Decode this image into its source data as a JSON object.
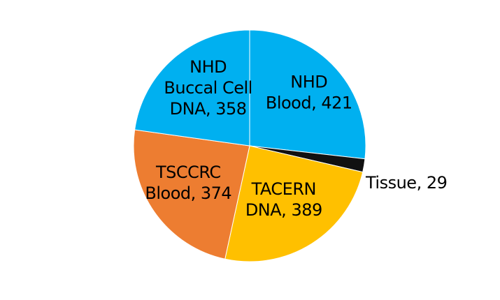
{
  "chart_data": {
    "type": "pie",
    "slices": [
      {
        "category": "NHD Blood",
        "value": 421,
        "color": "#00B0F0",
        "label_lines": [
          "NHD",
          "Blood, 421"
        ]
      },
      {
        "category": "Tissue",
        "value": 29,
        "color": "#111111",
        "label_lines": [
          "Tissue, 29"
        ]
      },
      {
        "category": "TACERN DNA",
        "value": 389,
        "color": "#FFC000",
        "label_lines": [
          "TACERN",
          "DNA, 389"
        ]
      },
      {
        "category": "TSCCRC Blood",
        "value": 374,
        "color": "#ED7D31",
        "label_lines": [
          "TSCCRC",
          "Blood, 374"
        ]
      },
      {
        "category": "NHD Buccal Cell DNA",
        "value": 358,
        "color": "#00B0F0",
        "label_lines": [
          "NHD",
          "Buccal Cell",
          "DNA, 358"
        ]
      }
    ],
    "legend": "none",
    "title": ""
  }
}
